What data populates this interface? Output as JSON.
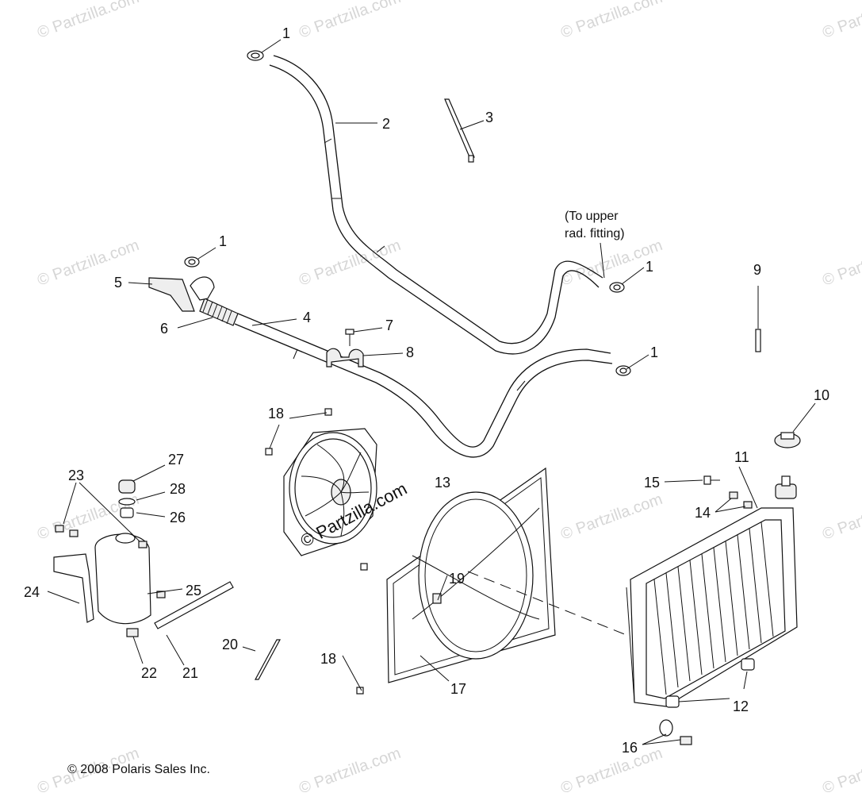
{
  "watermark_text": "© Partzilla.com",
  "center_watermark": "© Partzilla.com",
  "copyright": "© 2008 Polaris Sales Inc.",
  "note": {
    "line1": "(To upper",
    "line2": "rad. fitting)"
  },
  "callouts": {
    "c1a": "1",
    "c1b": "1",
    "c1c": "1",
    "c1d": "1",
    "c2": "2",
    "c3": "3",
    "c4": "4",
    "c5": "5",
    "c6": "6",
    "c7": "7",
    "c8": "8",
    "c9": "9",
    "c10": "10",
    "c11": "11",
    "c12": "12",
    "c13": "13",
    "c14": "14",
    "c15": "15",
    "c16": "16",
    "c17": "17",
    "c18a": "18",
    "c18b": "18",
    "c19": "19",
    "c20": "20",
    "c21": "21",
    "c22": "22",
    "c23": "23",
    "c24": "24",
    "c25": "25",
    "c26": "26",
    "c27": "27",
    "c28": "28"
  }
}
